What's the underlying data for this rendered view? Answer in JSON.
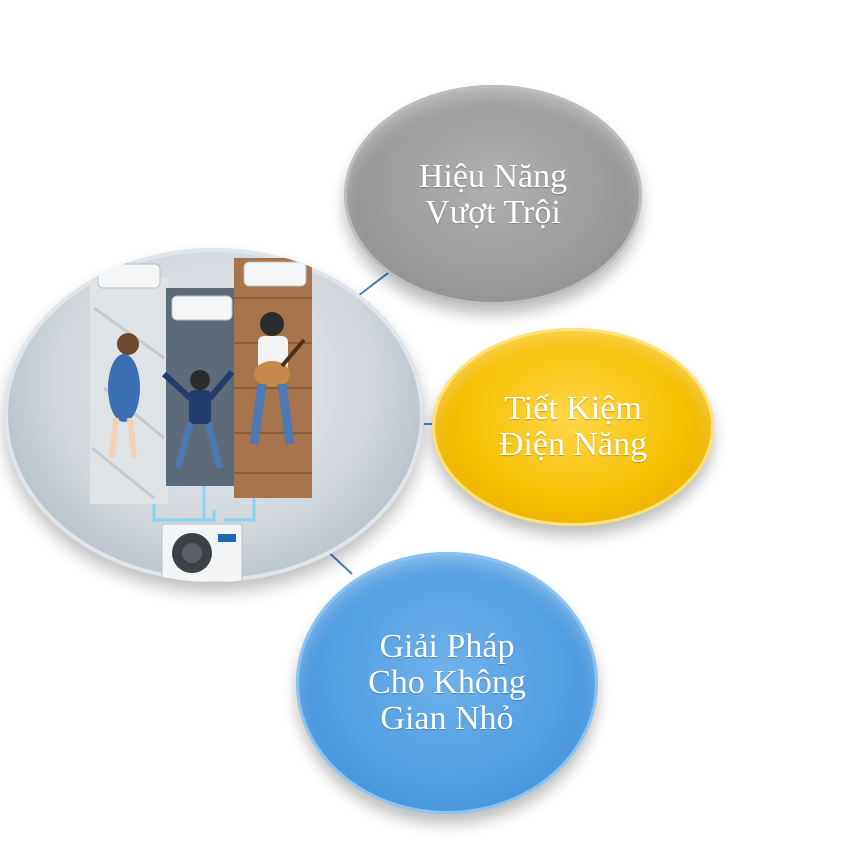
{
  "bubbles": {
    "top": {
      "line1": "Hiệu Năng",
      "line2": "Vượt Trội"
    },
    "middle": {
      "line1": "Tiết Kiệm",
      "line2": "Điện Năng"
    },
    "bottom": {
      "line1": "Giải Pháp",
      "line2": "Cho Không",
      "line3": "Gian Nhỏ"
    }
  },
  "colors": {
    "gray_bubble": "#9c9c9c",
    "yellow_bubble": "#f6bf00",
    "blue_bubble": "#519ee3",
    "connector": "#4a7fc1"
  },
  "central_image": {
    "subject": "family-in-three-rooms-with-air-conditioners-and-outdoor-unit"
  }
}
